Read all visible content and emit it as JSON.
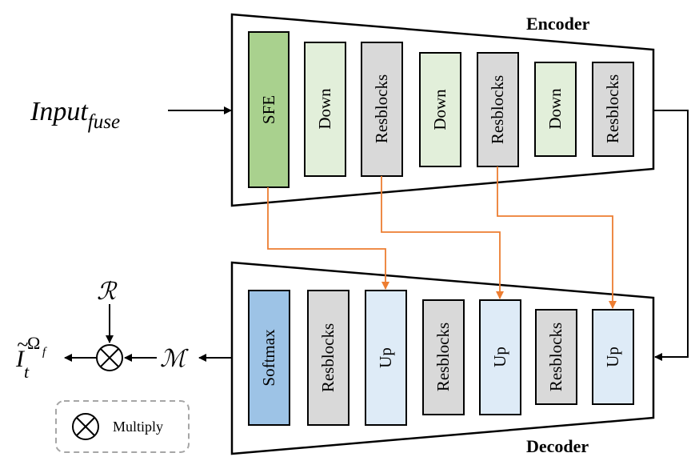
{
  "encoder": {
    "title": "Encoder",
    "blocks": [
      "SFE",
      "Down",
      "Resblocks",
      "Down",
      "Resblocks",
      "Down",
      "Resblocks"
    ]
  },
  "decoder": {
    "title": "Decoder",
    "blocks": [
      "Softmax",
      "Resblocks",
      "Up",
      "Resblocks",
      "Up",
      "Resblocks",
      "Up"
    ]
  },
  "input": {
    "base": "Input",
    "subscript": "fuse"
  },
  "fusion": {
    "R": "ℛ",
    "M": "ℳ",
    "output_base": "I",
    "output_subscript": "t",
    "output_superscript": "Ω",
    "output_superscript_sub": "f"
  },
  "legend": {
    "label": "Multiply"
  },
  "colors": {
    "sfe": "#a9d18e",
    "down": "#e2efda",
    "resblocks": "#d9d9d9",
    "up": "#deebf7",
    "softmax": "#9dc3e6",
    "skip_connection": "#ed7d31",
    "outline": "#000000",
    "legend_border": "#a6a6a6"
  }
}
